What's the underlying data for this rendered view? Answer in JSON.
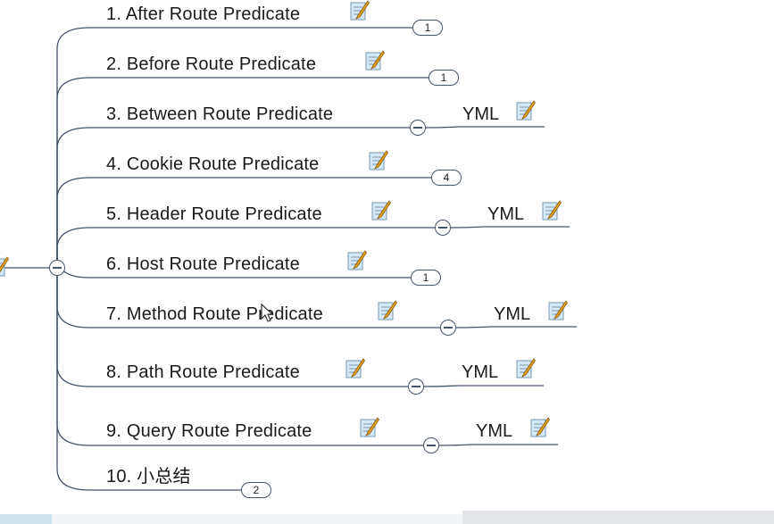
{
  "mindmap": {
    "topics": [
      {
        "label": "1. After Route Predicate",
        "badge": "1",
        "yml": null
      },
      {
        "label": "2. Before Route Predicate",
        "badge": "1",
        "yml": null
      },
      {
        "label": "3. Between Route Predicate",
        "badge": null,
        "yml": "YML"
      },
      {
        "label": "4. Cookie Route Predicate",
        "badge": "4",
        "yml": null
      },
      {
        "label": "5. Header Route Predicate",
        "badge": null,
        "yml": "YML"
      },
      {
        "label": "6. Host Route Predicate",
        "badge": "1",
        "yml": null
      },
      {
        "label": "7. Method Route Predicate",
        "badge": null,
        "yml": "YML"
      },
      {
        "label": "8. Path Route Predicate",
        "badge": null,
        "yml": "YML"
      },
      {
        "label": "9. Query Route Predicate",
        "badge": null,
        "yml": "YML"
      },
      {
        "label": "10. 小总结",
        "badge": "2",
        "yml": null
      }
    ],
    "colors": {
      "line": "#44556a",
      "note_paper": "#d6e8f6",
      "note_pencil": "#e3a21a"
    }
  }
}
